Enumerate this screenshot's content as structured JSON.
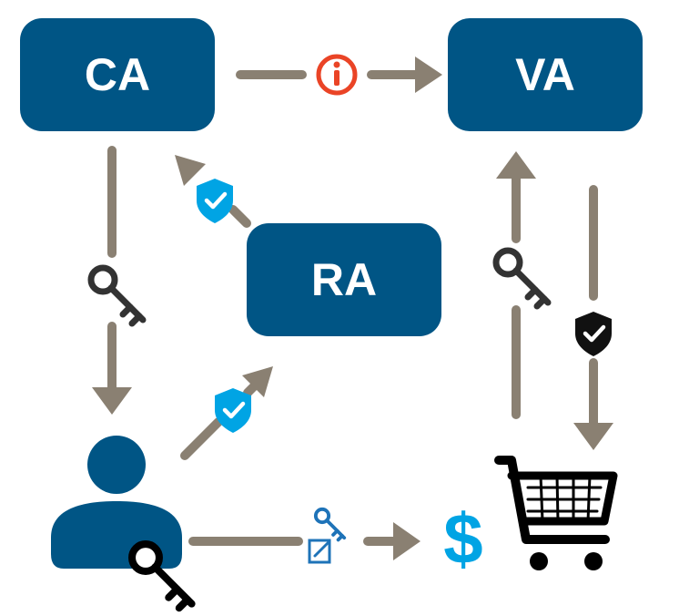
{
  "nodes": {
    "ca": {
      "label": "CA"
    },
    "va": {
      "label": "VA"
    },
    "ra": {
      "label": "RA"
    }
  },
  "icons": {
    "info": "info-icon",
    "key": "key-icon",
    "shield": "shield-check-icon",
    "user": "user-icon",
    "cart": "shopping-cart-icon",
    "dollar": "dollar-sign-icon",
    "signature": "sign-document-icon"
  },
  "payment_symbol": "$",
  "colors": {
    "node_fill": "#005585",
    "arrow": "#8a8072",
    "info_red": "#ea4426",
    "light_blue": "#00a4e4",
    "black": "#111111"
  }
}
